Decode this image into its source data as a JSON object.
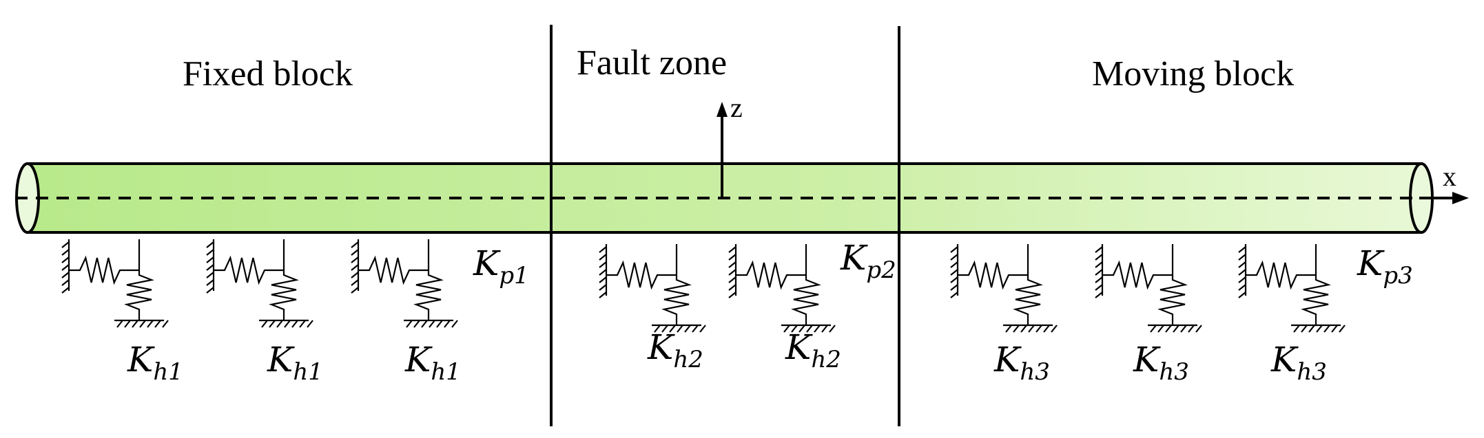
{
  "regions": {
    "fixed_block": "Fixed block",
    "fault_zone": "Fault zone",
    "moving_block": "Moving block"
  },
  "axes": {
    "z": "z",
    "x": "x"
  },
  "stiffness": {
    "kp1": {
      "main": "K",
      "sub_letter": "p",
      "sub_index": "1"
    },
    "kp2": {
      "main": "K",
      "sub_letter": "p",
      "sub_index": "2"
    },
    "kp3": {
      "main": "K",
      "sub_letter": "p",
      "sub_index": "3"
    },
    "kh1": {
      "main": "K",
      "sub_letter": "h",
      "sub_index": "1"
    },
    "kh2": {
      "main": "K",
      "sub_letter": "h",
      "sub_index": "2"
    },
    "kh3": {
      "main": "K",
      "sub_letter": "h",
      "sub_index": "3"
    }
  },
  "colors": {
    "pipe_fill": "#c9ef9f",
    "pipe_fill_light": "#e6f7d2",
    "line": "#000000"
  }
}
